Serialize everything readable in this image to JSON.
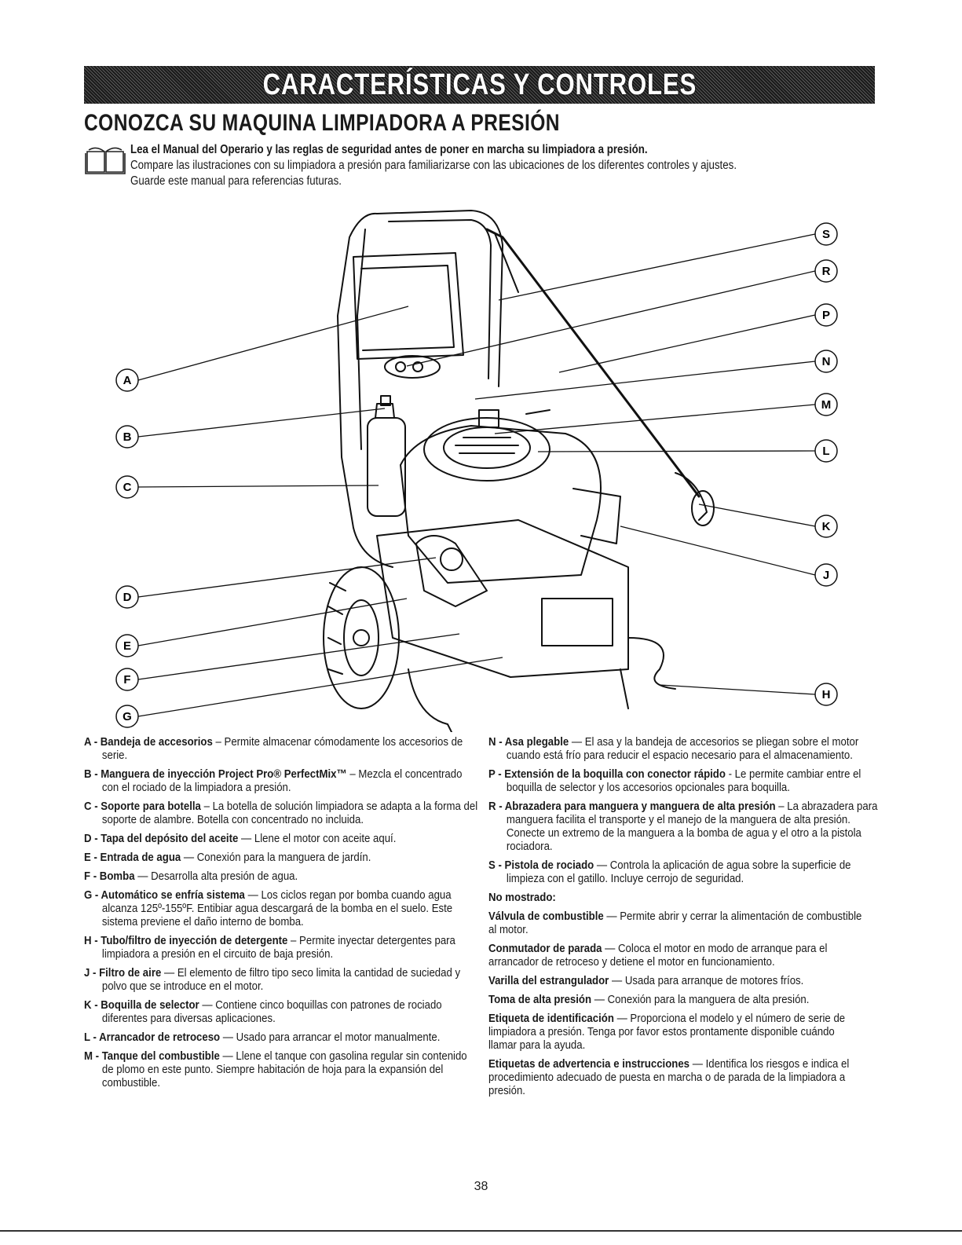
{
  "header": {
    "banner_title": "CARACTERÍSTICAS Y CONTROLES",
    "section_title": "CONOZCA SU MAQUINA LIMPIADORA A PRESIÓN"
  },
  "intro": {
    "bold_line": "Lea el Manual del Operario y las reglas de seguridad antes de poner en marcha su limpiadora a presión.",
    "line2": "Compare las ilustraciones con su limpiadora a presión para familiarizarse con las ubicaciones de los diferentes controles y ajustes.",
    "line3": "Guarde este manual para referencias futuras."
  },
  "callouts": {
    "left": [
      "A",
      "B",
      "C",
      "D",
      "E",
      "F",
      "G"
    ],
    "right": [
      "S",
      "R",
      "P",
      "N",
      "M",
      "L",
      "K",
      "J",
      "H"
    ]
  },
  "left_column": [
    {
      "term": "A - Bandeja de accesorios",
      "desc": " – Permite almacenar cómodamente los accesorios de serie."
    },
    {
      "term": "B - Manguera de inyección Project Pro® PerfectMix™",
      "desc": " – Mezcla el concentrado con el rociado de la limpiadora a presión."
    },
    {
      "term": "C - Soporte para botella",
      "desc": " – La botella de solución limpiadora se adapta a la forma del soporte de alambre. Botella con concentrado no incluida."
    },
    {
      "term": "D - Tapa del depósito del aceite",
      "desc": " — Llene el motor con aceite aquí."
    },
    {
      "term": "E - Entrada de agua",
      "desc": " — Conexión para la manguera de jardín."
    },
    {
      "term": "F - Bomba",
      "desc": " — Desarrolla alta presión de agua."
    },
    {
      "term": "G - Automático se enfría sistema",
      "desc": " — Los ciclos regan por bomba cuando agua alcanza 125º-155ºF. Entibiar agua descargará de la bomba en el suelo. Este sistema previene el daño interno de bomba."
    },
    {
      "term": "H - Tubo/filtro de inyección de detergente",
      "desc": " – Permite inyectar detergentes para limpiadora a presión en el circuito de baja presión."
    },
    {
      "term": "J - Filtro de aire",
      "desc": " — El elemento de filtro tipo seco limita la cantidad de suciedad y polvo que se introduce en el motor."
    },
    {
      "term": "K - Boquilla de selector",
      "desc": " — Contiene cinco boquillas con patrones de rociado diferentes para diversas aplicaciones."
    },
    {
      "term": "L - Arrancador de retroceso",
      "desc": " — Usado para arrancar el motor manualmente."
    },
    {
      "term": "M - Tanque del combustible",
      "desc": " — Llene el tanque con gasolina regular sin contenido de plomo en este punto. Siempre habitación de hoja para la expansión del combustible."
    }
  ],
  "right_column": [
    {
      "term": "N - Asa plegable",
      "desc": " — El asa y la bandeja de accesorios se pliegan sobre el motor cuando está frío para reducir el espacio necesario para el almacenamiento."
    },
    {
      "term": "P - Extensión de la boquilla con conector rápido",
      "desc": " - Le permite cambiar entre el boquilla de selector y los accesorios opcionales para boquilla."
    },
    {
      "term": "R - Abrazadera para manguera y manguera de alta presión",
      "desc": " – La abrazadera para manguera facilita el transporte y el manejo de la manguera de alta presión. Conecte un extremo de la manguera a la bomba de agua y el otro a la pistola rociadora."
    },
    {
      "term": "S - Pistola de rociado",
      "desc": " — Controla la aplicación de agua sobre la superficie de limpieza con el gatillo. Incluye cerrojo de seguridad."
    }
  ],
  "not_shown": {
    "heading": "No mostrado:",
    "items": [
      {
        "term": "Válvula de combustible",
        "desc": " — Permite abrir y cerrar la alimentación de combustible al motor."
      },
      {
        "term": "Conmutador de parada",
        "desc": " — Coloca el motor en modo de arranque para el arrancador de retroceso y detiene el motor en funcionamiento."
      },
      {
        "term": "Varilla del estrangulador",
        "desc": " — Usada para arranque de motores fríos."
      },
      {
        "term": "Toma de alta presión",
        "desc": " — Conexión para la manguera de alta presión."
      },
      {
        "term": "Etiqueta de identificación",
        "desc": " — Proporciona el modelo y el número de serie de limpiadora a presión. Tenga por favor estos prontamente disponible cuándo llamar para la ayuda."
      },
      {
        "term": "Etiquetas de advertencia e instrucciones",
        "desc": " — Identifica los riesgos e indica el procedimiento adecuado de puesta en marcha o de parada de la limpiadora a presión."
      }
    ]
  },
  "footer": {
    "page_number": "38"
  }
}
